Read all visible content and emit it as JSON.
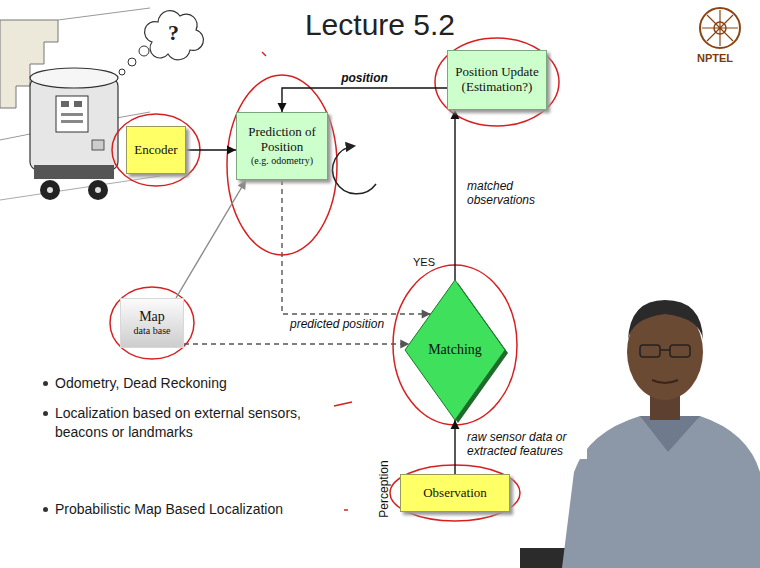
{
  "diagram": {
    "title": "Lecture 5.2",
    "nodes": [
      {
        "text": [
          "Position Update (Estimation?)"
        ]
      },
      {
        "text": [
          "Encoder"
        ]
      },
      {
        "text": [
          "Prediction of Position",
          "(e.g. odometry)"
        ]
      },
      {
        "text": [
          "Map",
          "data base"
        ]
      },
      {
        "text": [
          "Matching"
        ]
      },
      {
        "text": [
          "Observation"
        ]
      }
    ],
    "edges": [
      {
        "from": 1,
        "to": 2,
        "arrow": "to"
      },
      {
        "from": 3,
        "to": 2,
        "arrow": "to"
      },
      {
        "from": 2,
        "to": 4,
        "label": "predicted position",
        "arrow": "to"
      },
      {
        "from": 3,
        "to": 4,
        "arrow": "to"
      },
      {
        "from": 5,
        "to": 4,
        "label": "raw sensor data or extracted features",
        "arrow": "to"
      },
      {
        "from": 4,
        "to": 0,
        "label": "matched observations",
        "arrow": "to"
      },
      {
        "from": 0,
        "to": 2,
        "label": "position",
        "arrow": "to"
      }
    ],
    "labels": [
      "NPTEL",
      "?",
      "YES",
      "Perception",
      "Odometry, Dead Reckoning",
      "Localization based on external sensors, beacons or landmarks",
      "Probabilistic Map Based Localization"
    ]
  }
}
